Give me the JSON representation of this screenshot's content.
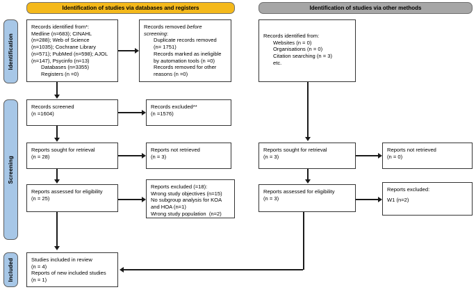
{
  "diagram": {
    "title": "PRISMA 2020 flow diagram",
    "colors": {
      "phase_label_fill": "#A7C7E7",
      "databases_banner_fill": "#F4B91B",
      "other_methods_banner_fill": "#A6A6A6",
      "box_border": "#333333",
      "connector": "#1a1a1a",
      "page_background": "#ffffff"
    }
  },
  "banners": {
    "databases": "Identification of studies via databases and registers",
    "other_methods": "Identification of studies via other methods"
  },
  "phases": [
    {
      "key": "identification",
      "label": "Identification"
    },
    {
      "key": "screening",
      "label": "Screening"
    },
    {
      "key": "included",
      "label": "Included"
    }
  ],
  "left_column": {
    "records_identified": {
      "lines": [
        {
          "text": "Records identified from*:",
          "indent": false,
          "italic": false
        },
        {
          "text": "Medline (n=683); CINAHL",
          "indent": false,
          "italic": false
        },
        {
          "text": "(n=288); Web of Science",
          "indent": false,
          "italic": false
        },
        {
          "text": "(n=1035); Cochrane Library",
          "indent": false,
          "italic": false
        },
        {
          "text": "(n=571); PubMed (n=598); AJOL",
          "indent": false,
          "italic": false
        },
        {
          "text": "(n=147), Psycinfo (n=13)",
          "indent": false,
          "italic": false
        },
        {
          "text": "Databases (n=3355)",
          "indent": true,
          "italic": false
        },
        {
          "text": "Registers (n =0)",
          "indent": true,
          "italic": false
        }
      ]
    },
    "records_removed": {
      "lines": [
        {
          "text": "Records removed ",
          "indent": false,
          "italic": false,
          "trail_italic": "before"
        },
        {
          "text": "screening",
          "indent": false,
          "italic": true,
          "trail": ":"
        },
        {
          "text": "Duplicate records removed",
          "indent": true,
          "italic": false
        },
        {
          "text": "(n= 1751)",
          "indent": true,
          "italic": false
        },
        {
          "text": "Records marked as ineligible",
          "indent": true,
          "italic": false
        },
        {
          "text": "by automation tools (n =0)",
          "indent": true,
          "italic": false
        },
        {
          "text": "Records removed for other",
          "indent": true,
          "italic": false
        },
        {
          "text": "reasons (n =0)",
          "indent": true,
          "italic": false
        }
      ]
    },
    "records_screened": {
      "lines": [
        {
          "text": "Records screened",
          "indent": false,
          "italic": false
        },
        {
          "text": "(n =1604)",
          "indent": false,
          "italic": false
        }
      ]
    },
    "records_excluded": {
      "lines": [
        {
          "text": "Records excluded**",
          "indent": false,
          "italic": false
        },
        {
          "text": "(n =1576)",
          "indent": false,
          "italic": false
        }
      ]
    },
    "reports_sought": {
      "lines": [
        {
          "text": "Reports sought for retrieval",
          "indent": false,
          "italic": false
        },
        {
          "text": "(n = 28)",
          "indent": false,
          "italic": false
        }
      ]
    },
    "reports_not_retrieved": {
      "lines": [
        {
          "text": "Reports not retrieved",
          "indent": false,
          "italic": false
        },
        {
          "text": "(n = 3)",
          "indent": false,
          "italic": false
        }
      ]
    },
    "reports_assessed": {
      "lines": [
        {
          "text": "Reports assessed for eligibility",
          "indent": false,
          "italic": false
        },
        {
          "text": "(n = 25)",
          "indent": false,
          "italic": false
        }
      ]
    },
    "reports_excluded": {
      "lines": [
        {
          "text": "Reports excluded (=18):",
          "indent": false,
          "italic": false
        },
        {
          "text": "Wrong study objectives (n=15)",
          "indent": false,
          "italic": false
        },
        {
          "text": "No subgroup analysis for KOA",
          "indent": false,
          "italic": false
        },
        {
          "text": "and HOA (n=1)",
          "indent": false,
          "italic": false
        },
        {
          "text": "Wrong study population  (n=2)",
          "indent": false,
          "italic": false
        }
      ]
    }
  },
  "right_column": {
    "records_identified_other": {
      "lines": [
        {
          "text": "Records identified from:",
          "indent": false,
          "italic": false
        },
        {
          "text": "Websites (n = 0)",
          "indent": true,
          "italic": false
        },
        {
          "text": "Organisations (n = 0)",
          "indent": true,
          "italic": false
        },
        {
          "text": "Citation searching (n = 3)",
          "indent": true,
          "italic": false
        },
        {
          "text": "etc.",
          "indent": true,
          "italic": false
        }
      ]
    },
    "reports_sought": {
      "lines": [
        {
          "text": "Reports sought for retrieval",
          "indent": false,
          "italic": false
        },
        {
          "text": "(n = 3)",
          "indent": false,
          "italic": false
        }
      ]
    },
    "reports_not_retrieved": {
      "lines": [
        {
          "text": "Reports not retrieved",
          "indent": false,
          "italic": false
        },
        {
          "text": "(n = 0)",
          "indent": false,
          "italic": false
        }
      ]
    },
    "reports_assessed": {
      "lines": [
        {
          "text": "Reports assessed for eligibility",
          "indent": false,
          "italic": false
        },
        {
          "text": "(n = 3)",
          "indent": false,
          "italic": false
        }
      ]
    },
    "reports_excluded": {
      "lines": [
        {
          "text": "Reports excluded:",
          "indent": false,
          "italic": false
        },
        {
          "text": "",
          "indent": false,
          "italic": false
        },
        {
          "text": "W1 (n=2)",
          "indent": false,
          "italic": false
        }
      ]
    }
  },
  "included_box": {
    "lines": [
      {
        "text": "Studies included in review",
        "indent": false,
        "italic": false
      },
      {
        "text": "(n = 4)",
        "indent": false,
        "italic": false
      },
      {
        "text": "Reports of new included studies",
        "indent": false,
        "italic": false
      },
      {
        "text": "(n = 1)",
        "indent": false,
        "italic": false
      }
    ]
  }
}
